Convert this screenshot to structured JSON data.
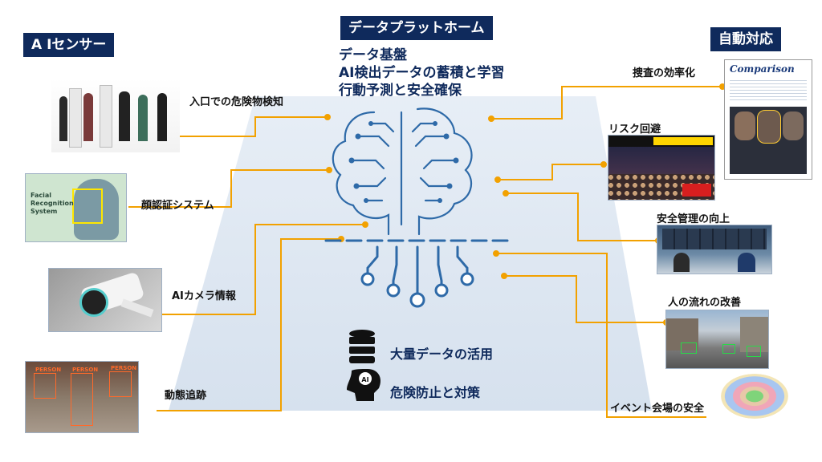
{
  "headers": {
    "left": "A Iセンサー",
    "center": "データプラットホーム",
    "right": "自動対応"
  },
  "center": {
    "lines": [
      "データ基盤",
      "AI検出データの蓄積と学習",
      "行動予測と安全確保"
    ]
  },
  "left_items": [
    {
      "label": "入口での危険物検知",
      "icon": "security-gate-photo"
    },
    {
      "label": "顔認証システム",
      "icon": "face-recognition-photo",
      "photo_text": "Facial\nRecognition\nSystem"
    },
    {
      "label": "AIカメラ情報",
      "icon": "camera-photo"
    },
    {
      "label": "動態追跡",
      "icon": "tracking-photo",
      "photo_text": "PERSON"
    }
  ],
  "right_items": [
    {
      "label": "捜査の効率化",
      "icon": "comparison-photo",
      "photo_text": "Comparison"
    },
    {
      "label": "リスク回避",
      "icon": "crowd-news-photo"
    },
    {
      "label": "安全管理の向上",
      "icon": "control-room-photo"
    },
    {
      "label": "人の流れの改善",
      "icon": "street-photo"
    },
    {
      "label": "イベント会場の安全",
      "icon": "stadium-photo"
    }
  ],
  "bottom": [
    {
      "label": "大量データの活用",
      "icon": "database-icon"
    },
    {
      "label": "危険防止と対策",
      "icon": "ai-head-icon"
    }
  ],
  "colors": {
    "navy": "#0f2a5c",
    "connector": "#f2a100",
    "backdrop": "#dde6f0",
    "brain": "#2e6aa8"
  }
}
